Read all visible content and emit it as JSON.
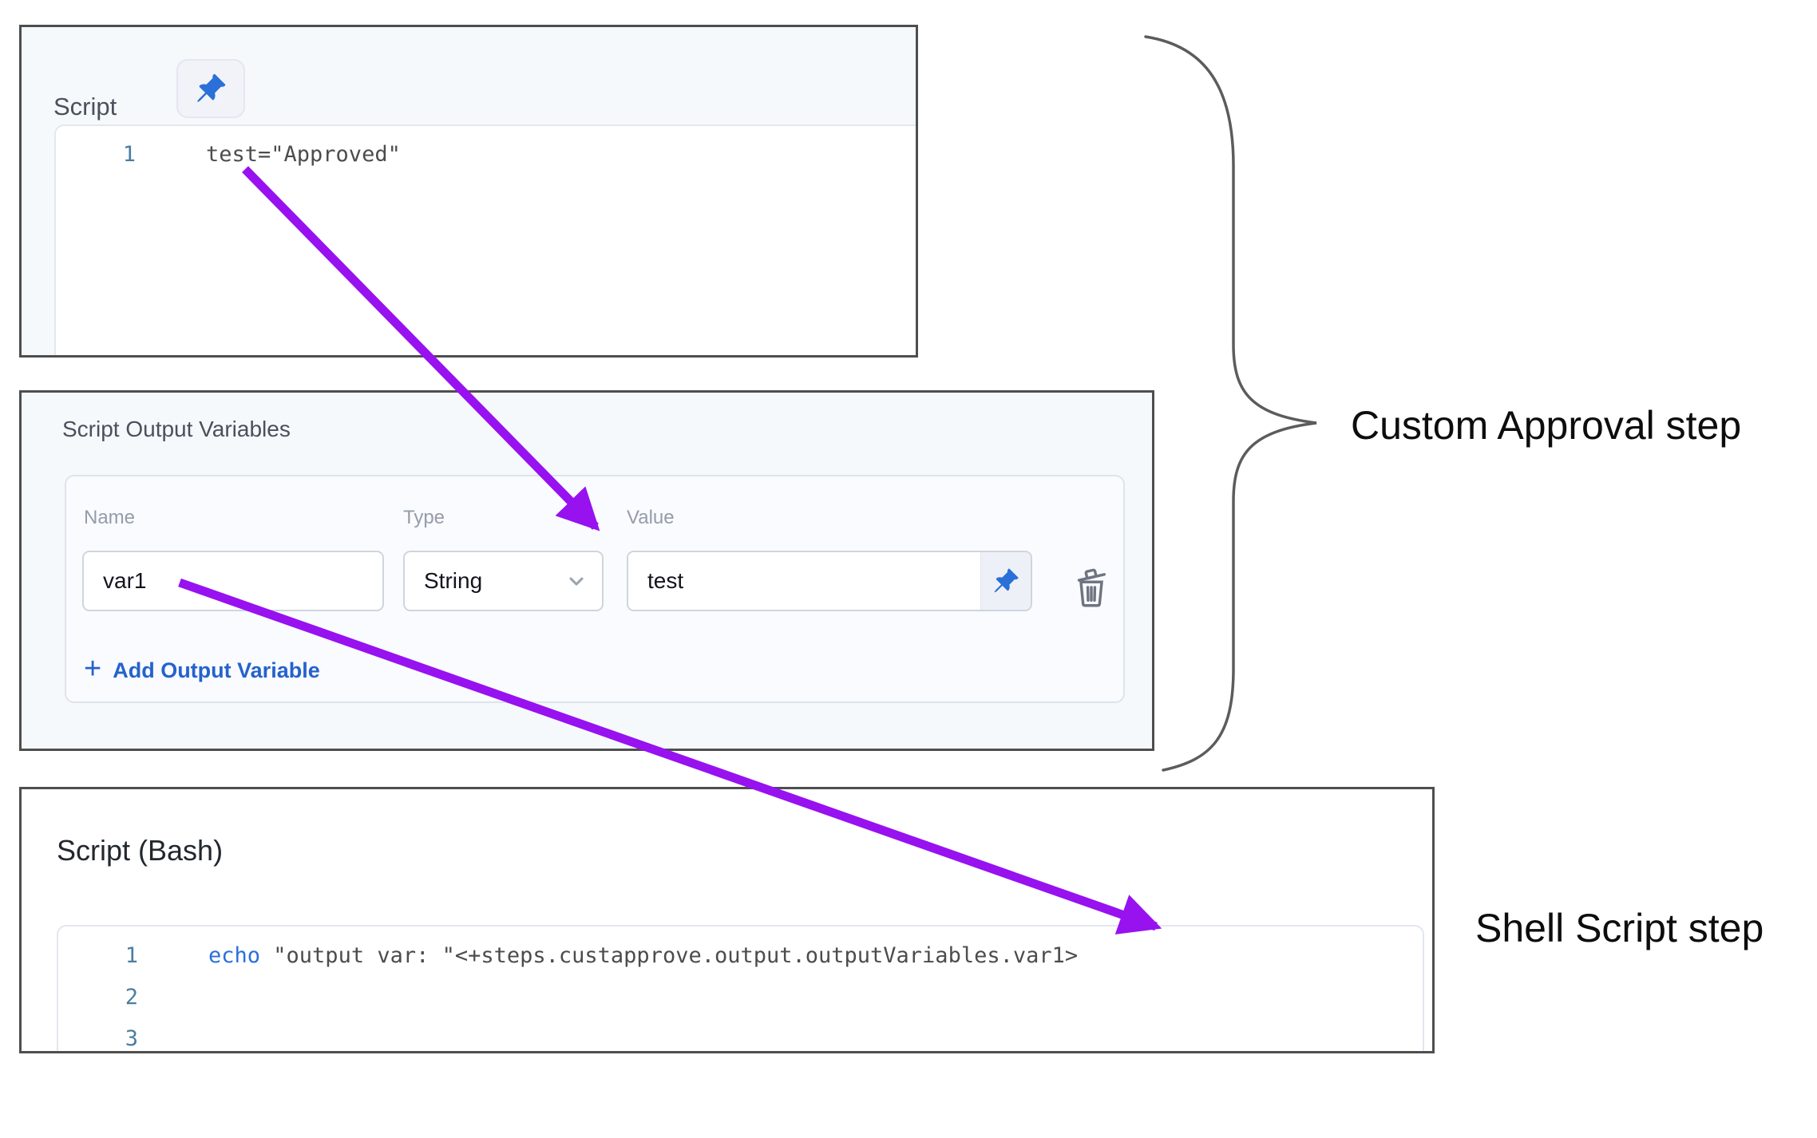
{
  "colors": {
    "arrow_purple": "#9712ef",
    "pin_blue": "#2a70d8",
    "link_blue": "#2562cc",
    "keyword_blue": "#2b6fdb",
    "line_number_blue": "#4b7ea1",
    "panel_border": "#4e4e4e",
    "panel_bg_blue": "#f5f9fc",
    "trash_gray": "#6f7580",
    "brace_gray": "#5c5c5c"
  },
  "panels": {
    "script": {
      "title": "Script",
      "code_lines": [
        {
          "number": "1",
          "text": "test=\"Approved\""
        }
      ]
    },
    "output_variables": {
      "title": "Script Output Variables",
      "columns": {
        "name": "Name",
        "type": "Type",
        "value": "Value"
      },
      "row": {
        "name": "var1",
        "type": "String",
        "value": "test"
      },
      "add_link": {
        "plus": "+",
        "label": "Add Output Variable"
      }
    },
    "shell": {
      "title": "Script (Bash)",
      "line_numbers": [
        "1",
        "2",
        "3"
      ],
      "code": {
        "keyword": "echo",
        "rest": " \"output var: \"<+steps.custapprove.output.outputVariables.var1>"
      }
    }
  },
  "annotations": {
    "custom_approval": "Custom Approval step",
    "shell_script": "Shell Script step"
  }
}
